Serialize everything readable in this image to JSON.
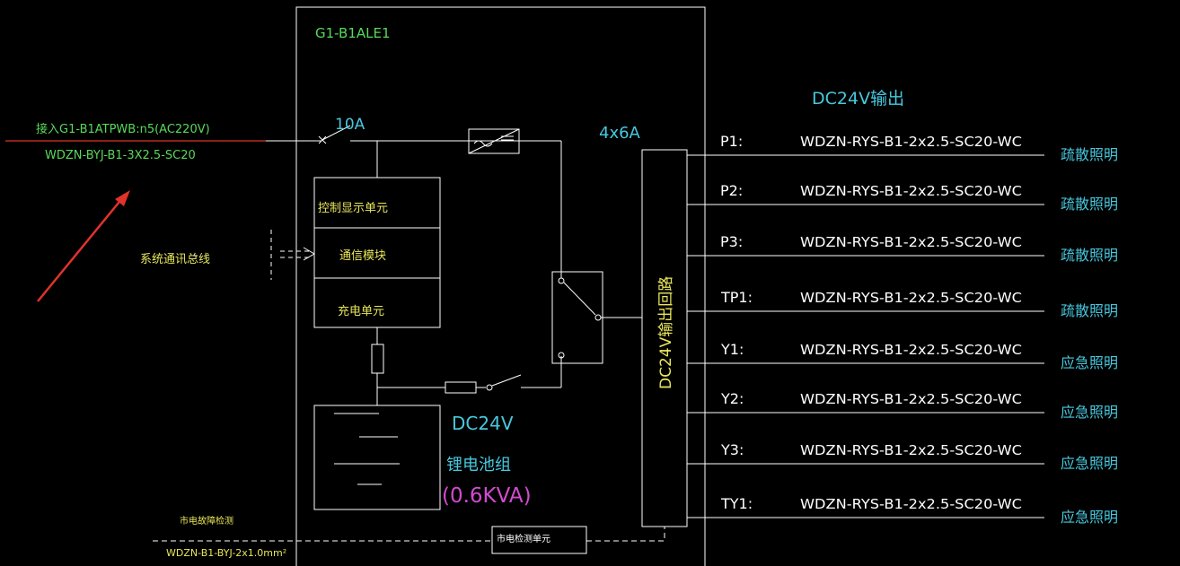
{
  "panel": {
    "title": "G1-B1ALE1",
    "breaker_rating": "10A",
    "output_breaker_rating": "4x6A",
    "dc_output_header": "DC24V输出",
    "output_bus_label": "DC24V输出回路",
    "battery_voltage": "DC24V",
    "battery_name": "锂电池组",
    "battery_capacity": "(0.6KVA)",
    "units": {
      "control_display": "控制显示单元",
      "comm_module": "通信模块",
      "charging": "充电单元",
      "mains_detect": "市电检测单元"
    }
  },
  "input": {
    "source": "接入G1-B1ATPWB:n5(AC220V)",
    "cable": "WDZN-BYJ-B1-3X2.5-SC20"
  },
  "comm_bus_label": "系统通讯总线",
  "mains_failure": {
    "label": "市电故障检测",
    "cable": "WDZN-B1-BYJ-2x1.0mm²"
  },
  "outputs": [
    {
      "id": "P1:",
      "cable": "WDZN-RYS-B1-2x2.5-SC20-WC",
      "use": "疏散照明"
    },
    {
      "id": "P2:",
      "cable": "WDZN-RYS-B1-2x2.5-SC20-WC",
      "use": "疏散照明"
    },
    {
      "id": "P3:",
      "cable": "WDZN-RYS-B1-2x2.5-SC20-WC",
      "use": "疏散照明"
    },
    {
      "id": "TP1:",
      "cable": "WDZN-RYS-B1-2x2.5-SC20-WC",
      "use": "疏散照明"
    },
    {
      "id": "Y1:",
      "cable": "WDZN-RYS-B1-2x2.5-SC20-WC",
      "use": "应急照明"
    },
    {
      "id": "Y2:",
      "cable": "WDZN-RYS-B1-2x2.5-SC20-WC",
      "use": "应急照明"
    },
    {
      "id": "Y3:",
      "cable": "WDZN-RYS-B1-2x2.5-SC20-WC",
      "use": "应急照明"
    },
    {
      "id": "TY1:",
      "cable": "WDZN-RYS-B1-2x2.5-SC20-WC",
      "use": "应急照明"
    }
  ],
  "colors": {
    "background": "#000000",
    "line": "#ffffff",
    "green_text": "#58d95a",
    "yellow_text": "#e8e65a",
    "cyan_text": "#47c8de",
    "magenta_text": "#d24bd0",
    "arrow": "#e0332b"
  }
}
